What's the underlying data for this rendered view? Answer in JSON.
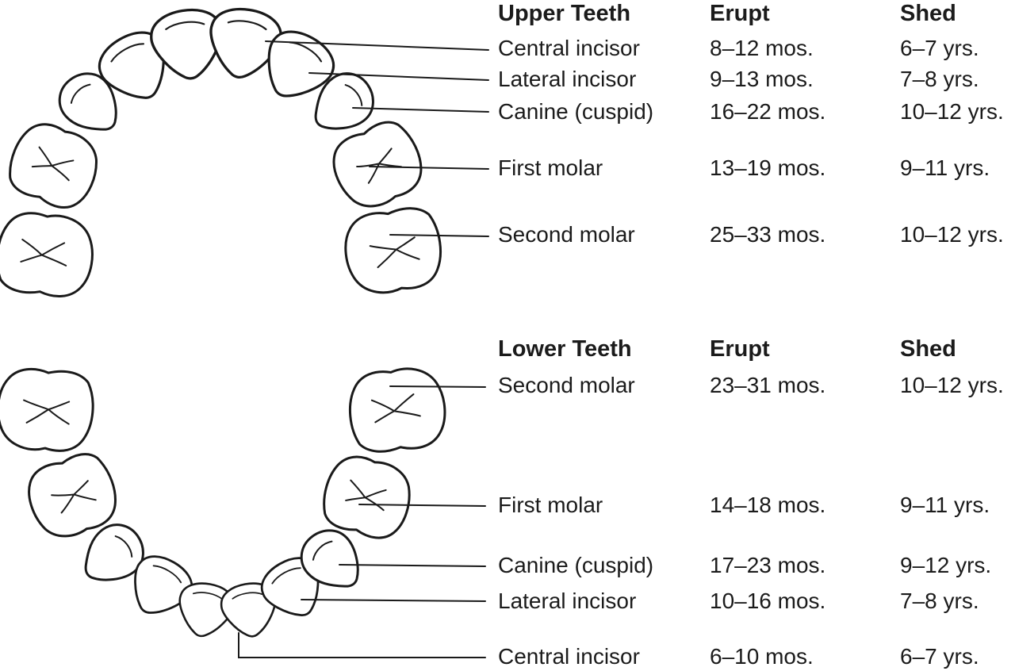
{
  "colors": {
    "ink": "#1a1a1a",
    "background": "#ffffff"
  },
  "upper": {
    "title": "Upper Teeth",
    "col_erupt": "Erupt",
    "col_shed": "Shed",
    "rows": [
      {
        "label": "Central incisor",
        "erupt": "8–12 mos.",
        "shed": "6–7 yrs."
      },
      {
        "label": "Lateral incisor",
        "erupt": "9–13 mos.",
        "shed": "7–8 yrs."
      },
      {
        "label": "Canine (cuspid)",
        "erupt": "16–22 mos.",
        "shed": "10–12 yrs."
      },
      {
        "label": "First molar",
        "erupt": "13–19 mos.",
        "shed": "9–11 yrs."
      },
      {
        "label": "Second molar",
        "erupt": "25–33 mos.",
        "shed": "10–12 yrs."
      }
    ]
  },
  "lower": {
    "title": "Lower Teeth",
    "col_erupt": "Erupt",
    "col_shed": "Shed",
    "rows": [
      {
        "label": "Second molar",
        "erupt": "23–31 mos.",
        "shed": "10–12 yrs."
      },
      {
        "label": "First molar",
        "erupt": "14–18 mos.",
        "shed": "9–11 yrs."
      },
      {
        "label": "Canine (cuspid)",
        "erupt": "17–23 mos.",
        "shed": "9–12 yrs."
      },
      {
        "label": "Lateral incisor",
        "erupt": "10–16 mos.",
        "shed": "7–8 yrs."
      },
      {
        "label": "Central incisor",
        "erupt": "6–10 mos.",
        "shed": "6–7 yrs."
      }
    ]
  }
}
